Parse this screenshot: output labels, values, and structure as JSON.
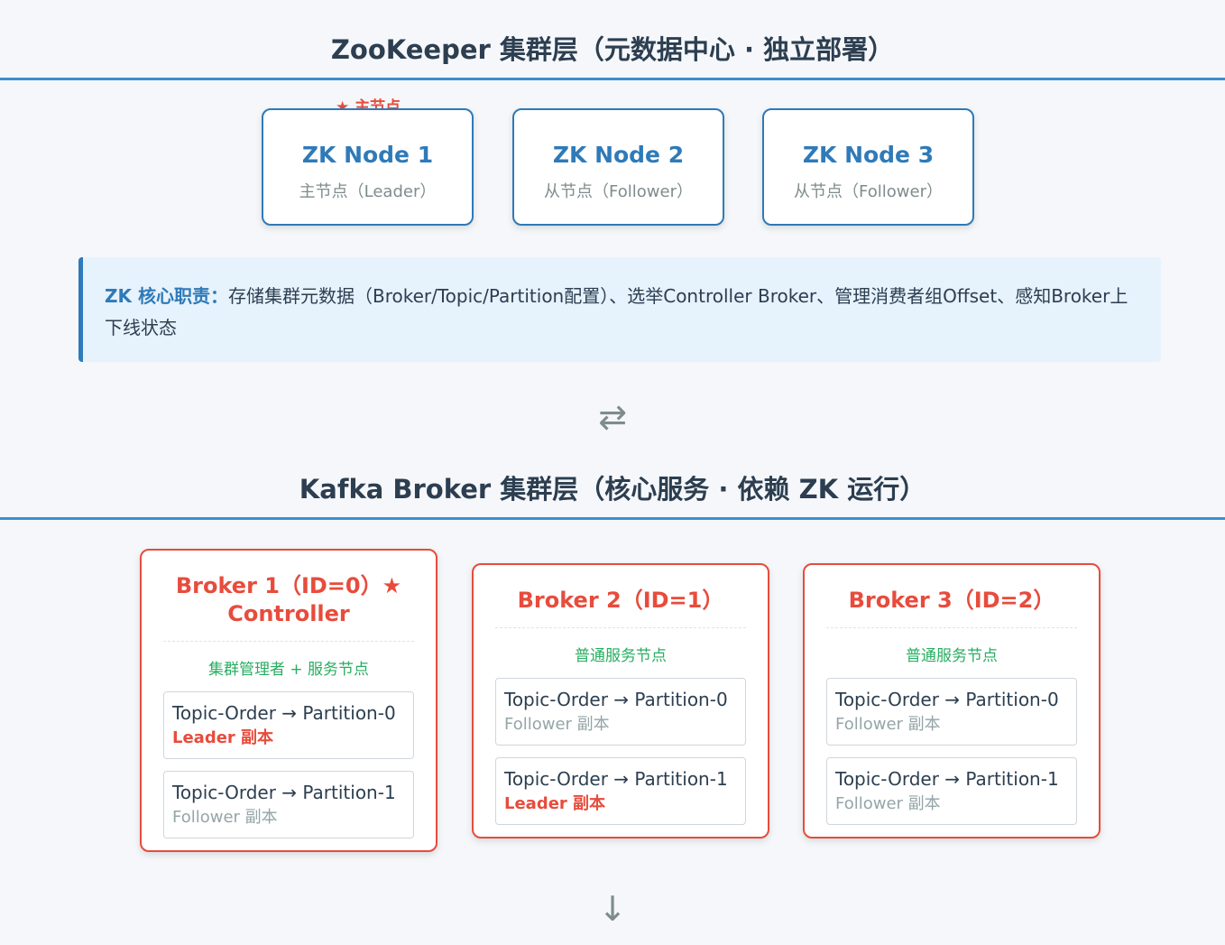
{
  "zk_layer": {
    "title": "ZooKeeper 集群层（元数据中心 · 独立部署）",
    "leader_badge": "★ 主节点",
    "nodes": [
      {
        "name": "ZK Node 1",
        "role": "主节点（Leader）"
      },
      {
        "name": "ZK Node 2",
        "role": "从节点（Follower）"
      },
      {
        "name": "ZK Node 3",
        "role": "从节点（Follower）"
      }
    ],
    "duty_label": "ZK 核心职责：",
    "duty_text": "存储集群元数据（Broker/Topic/Partition配置）、选举Controller Broker、管理消费者组Offset、感知Broker上下线状态"
  },
  "sync_arrow": "⇄",
  "broker_layer": {
    "title": "Kafka Broker 集群层（核心服务 · 依赖 ZK 运行）",
    "brokers": [
      {
        "title_line1": "Broker 1（ID=0）★",
        "title_line2": "Controller",
        "role": "集群管理者 + 服务节点",
        "partitions": [
          {
            "name": "Topic-Order → Partition-0",
            "role": "Leader 副本"
          },
          {
            "name": "Topic-Order → Partition-1",
            "role": "Follower 副本"
          }
        ]
      },
      {
        "title_line1": "Broker 2（ID=1）",
        "role": "普通服务节点",
        "partitions": [
          {
            "name": "Topic-Order → Partition-0",
            "role": "Follower 副本"
          },
          {
            "name": "Topic-Order → Partition-1",
            "role": "Leader 副本"
          }
        ]
      },
      {
        "title_line1": "Broker 3（ID=2）",
        "role": "普通服务节点",
        "partitions": [
          {
            "name": "Topic-Order → Partition-0",
            "role": "Follower 副本"
          },
          {
            "name": "Topic-Order → Partition-1",
            "role": "Follower 副本"
          }
        ]
      }
    ]
  },
  "down_arrow": "↓",
  "colors": {
    "zk_accent": "#2f7ab8",
    "broker_accent": "#e74c3c",
    "service_role": "#27ae60",
    "rule": "#3a8fd0"
  }
}
